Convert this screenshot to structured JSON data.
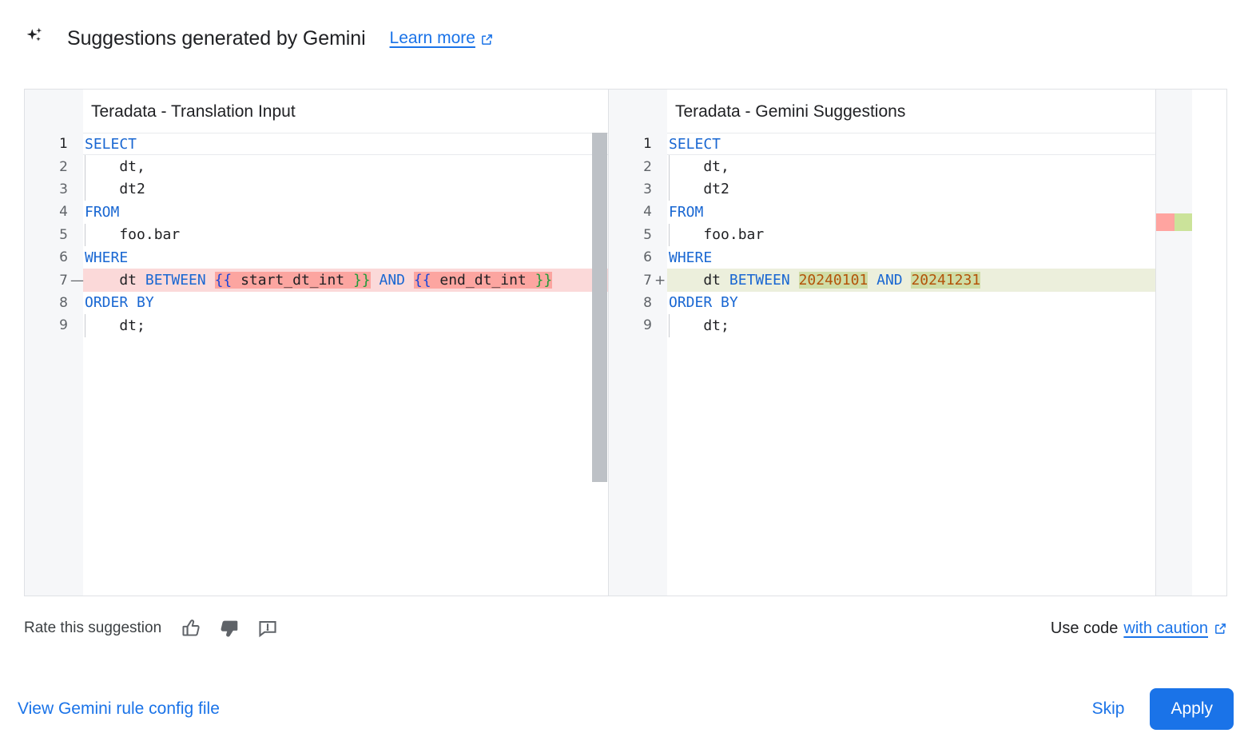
{
  "header": {
    "icon": "gemini-sparkle-icon",
    "title": "Suggestions generated by Gemini",
    "learn_more_label": "Learn more",
    "learn_more_icon": "external-link-icon"
  },
  "colors": {
    "accent_blue": "#1a73e8",
    "keyword_blue": "#1967d2",
    "number_orange": "#b35309",
    "diff_delete_line": "#fbd9d9",
    "diff_delete_word": "#fca5a0",
    "diff_add_line": "#ecefdc",
    "diff_add_word": "#cfdda6",
    "scrollbar_gray": "#bdc1c6",
    "gutter_bg": "#f6f7f9",
    "overview_red": "#ffa4a0",
    "overview_green": "#cbe39a"
  },
  "panes": {
    "left": {
      "title": "Teradata - Translation Input",
      "lines": [
        {
          "n": "1",
          "sign": "",
          "state": "current",
          "tokens": [
            {
              "t": "SELECT",
              "c": "kw"
            }
          ]
        },
        {
          "n": "2",
          "sign": "",
          "state": "",
          "indent": true,
          "tokens": [
            {
              "t": "    dt,",
              "c": "id"
            }
          ]
        },
        {
          "n": "3",
          "sign": "",
          "state": "",
          "indent": true,
          "tokens": [
            {
              "t": "    dt2",
              "c": "id"
            }
          ]
        },
        {
          "n": "4",
          "sign": "",
          "state": "",
          "tokens": [
            {
              "t": "FROM",
              "c": "kw"
            }
          ]
        },
        {
          "n": "5",
          "sign": "",
          "state": "",
          "indent": true,
          "tokens": [
            {
              "t": "    foo.bar",
              "c": "id"
            }
          ]
        },
        {
          "n": "6",
          "sign": "",
          "state": "",
          "tokens": [
            {
              "t": "WHERE",
              "c": "kw"
            }
          ]
        },
        {
          "n": "7",
          "sign": "—",
          "state": "del",
          "tokens": [
            {
              "t": "    dt ",
              "c": "id"
            },
            {
              "t": "BETWEEN",
              "c": "kw"
            },
            {
              "t": " ",
              "c": "id"
            },
            {
              "t": "{{",
              "c": "br1",
              "w": "del"
            },
            {
              "t": " start_dt_int ",
              "c": "id",
              "w": "del"
            },
            {
              "t": "}}",
              "c": "br2",
              "w": "del"
            },
            {
              "t": " ",
              "c": "id"
            },
            {
              "t": "AND",
              "c": "kw"
            },
            {
              "t": " ",
              "c": "id"
            },
            {
              "t": "{{",
              "c": "br1",
              "w": "del"
            },
            {
              "t": " end_dt_int ",
              "c": "id",
              "w": "del"
            },
            {
              "t": "}}",
              "c": "br2",
              "w": "del"
            }
          ]
        },
        {
          "n": "8",
          "sign": "",
          "state": "",
          "tokens": [
            {
              "t": "ORDER BY",
              "c": "kw"
            }
          ]
        },
        {
          "n": "9",
          "sign": "",
          "state": "",
          "indent": true,
          "tokens": [
            {
              "t": "    dt;",
              "c": "id"
            }
          ]
        }
      ]
    },
    "right": {
      "title": "Teradata - Gemini Suggestions",
      "lines": [
        {
          "n": "1",
          "sign": "",
          "state": "current",
          "tokens": [
            {
              "t": "SELECT",
              "c": "kw"
            }
          ]
        },
        {
          "n": "2",
          "sign": "",
          "state": "",
          "indent": true,
          "tokens": [
            {
              "t": "    dt,",
              "c": "id"
            }
          ]
        },
        {
          "n": "3",
          "sign": "",
          "state": "",
          "indent": true,
          "tokens": [
            {
              "t": "    dt2",
              "c": "id"
            }
          ]
        },
        {
          "n": "4",
          "sign": "",
          "state": "",
          "tokens": [
            {
              "t": "FROM",
              "c": "kw"
            }
          ]
        },
        {
          "n": "5",
          "sign": "",
          "state": "",
          "indent": true,
          "tokens": [
            {
              "t": "    foo.bar",
              "c": "id"
            }
          ]
        },
        {
          "n": "6",
          "sign": "",
          "state": "",
          "tokens": [
            {
              "t": "WHERE",
              "c": "kw"
            }
          ]
        },
        {
          "n": "7",
          "sign": "+",
          "state": "add",
          "tokens": [
            {
              "t": "    dt ",
              "c": "id"
            },
            {
              "t": "BETWEEN",
              "c": "kw"
            },
            {
              "t": " ",
              "c": "id"
            },
            {
              "t": "20240101",
              "c": "num",
              "w": "add"
            },
            {
              "t": " ",
              "c": "id"
            },
            {
              "t": "AND",
              "c": "kw"
            },
            {
              "t": " ",
              "c": "id"
            },
            {
              "t": "20241231",
              "c": "num",
              "w": "add"
            }
          ]
        },
        {
          "n": "8",
          "sign": "",
          "state": "",
          "tokens": [
            {
              "t": "ORDER BY",
              "c": "kw"
            }
          ]
        },
        {
          "n": "9",
          "sign": "",
          "state": "",
          "indent": true,
          "tokens": [
            {
              "t": "    dt;",
              "c": "id"
            }
          ]
        }
      ]
    }
  },
  "rate_bar": {
    "label": "Rate this suggestion",
    "thumb_up_icon": "thumb-up-icon",
    "thumb_down_icon": "thumb-down-icon",
    "report_icon": "report-feedback-icon",
    "caution_prefix": "Use code",
    "caution_link": "with caution",
    "caution_icon": "external-link-icon"
  },
  "footer": {
    "config_link": "View Gemini rule config file",
    "skip_label": "Skip",
    "apply_label": "Apply"
  }
}
